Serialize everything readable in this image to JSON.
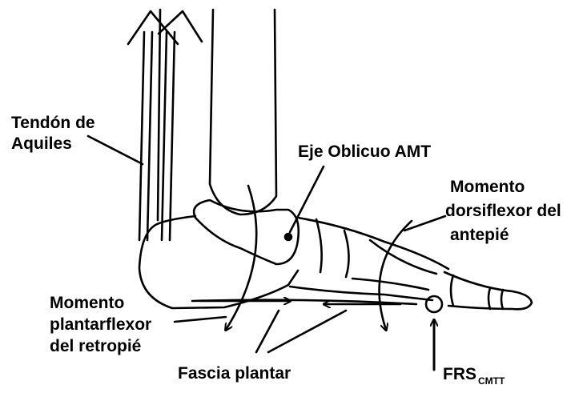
{
  "labels": {
    "achilles_line1": "Tendón de",
    "achilles_line2": "Aquiles",
    "axis": "Eje Oblicuo AMT",
    "dorsi_line1": "Momento",
    "dorsi_line2": "dorsiflexor del",
    "dorsi_line3": "antepié",
    "plantar_line1": "Momento",
    "plantar_line2": "plantarflexor",
    "plantar_line3": "del retropié",
    "fascia": "Fascia plantar",
    "frs": "FRS",
    "frs_sub": "CMTT"
  },
  "colors": {
    "ink": "#000000",
    "paper": "#ffffff"
  }
}
